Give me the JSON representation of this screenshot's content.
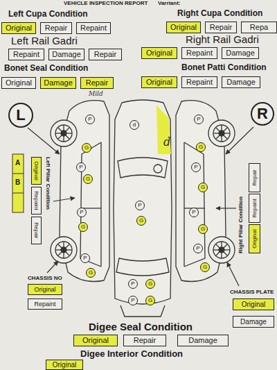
{
  "diagram": {
    "title": "VEHICLE INSPECTION REPORT",
    "nodes": [
      {
        "text": [
          "Original"
        ]
      },
      {
        "text": [
          "Repair"
        ]
      },
      {
        "text": [
          "Repaint"
        ]
      },
      {
        "text": [
          "Original"
        ]
      },
      {
        "text": [
          "Repair"
        ]
      },
      {
        "text": [
          "Repa"
        ]
      },
      {
        "text": [
          "Repaint"
        ]
      },
      {
        "text": [
          "Damage"
        ]
      },
      {
        "text": [
          "Repair"
        ]
      },
      {
        "text": [
          "Original"
        ]
      },
      {
        "text": [
          "Repaint"
        ]
      },
      {
        "text": [
          "Damage"
        ]
      },
      {
        "text": [
          "Original"
        ]
      },
      {
        "text": [
          "Damage"
        ]
      },
      {
        "text": [
          "Repair"
        ]
      },
      {
        "text": [
          "Original"
        ]
      },
      {
        "text": [
          "Repaint"
        ]
      },
      {
        "text": [
          "Damage"
        ]
      },
      {
        "text": [
          "L"
        ]
      },
      {
        "text": [
          "R"
        ]
      },
      {
        "text": [
          "d"
        ]
      },
      {
        "text": [
          "P"
        ]
      },
      {
        "text": [
          "P"
        ]
      },
      {
        "text": [
          "G"
        ]
      },
      {
        "text": [
          "G"
        ]
      },
      {
        "text": [
          "P"
        ]
      },
      {
        "text": [
          "P"
        ]
      },
      {
        "text": [
          "G"
        ]
      },
      {
        "text": [
          "G"
        ]
      },
      {
        "text": [
          "P"
        ]
      },
      {
        "text": [
          "P"
        ]
      },
      {
        "text": [
          "P"
        ]
      },
      {
        "text": [
          "G"
        ]
      },
      {
        "text": [
          "G"
        ]
      },
      {
        "text": [
          "G"
        ]
      },
      {
        "text": [
          "P"
        ]
      },
      {
        "text": [
          "P"
        ]
      },
      {
        "text": [
          "G"
        ]
      },
      {
        "text": [
          "G"
        ]
      },
      {
        "text": [
          "P"
        ]
      },
      {
        "text": [
          "G"
        ]
      },
      {
        "text": [
          "P"
        ]
      },
      {
        "text": [
          "G"
        ]
      },
      {
        "text": [
          "Original"
        ]
      },
      {
        "text": [
          "Repaint"
        ]
      },
      {
        "text": [
          "Repair"
        ]
      },
      {
        "text": [
          "Original"
        ]
      },
      {
        "text": [
          "Repaint"
        ]
      },
      {
        "text": [
          "Repair"
        ]
      },
      {
        "text": [
          "Original"
        ]
      },
      {
        "text": [
          "Repaint"
        ]
      },
      {
        "text": [
          "Original"
        ]
      },
      {
        "text": [
          "Damage"
        ]
      },
      {
        "text": [
          "Original"
        ]
      },
      {
        "text": [
          "Repair"
        ]
      },
      {
        "text": [
          "Damage"
        ]
      },
      {
        "text": [
          "Original"
        ]
      }
    ],
    "labels": [
      "Varriant:",
      "Left Cupa Condition",
      "Right Cupa Condition",
      "Left Rail Gadri",
      "Right Rail Gadri",
      "Bonet Seal Condition",
      "Bonet Patti Condition",
      "Mild",
      "d",
      "Left Pillar Condition",
      "Right Pillar Condition",
      "A",
      "B",
      "CHASSIS NO",
      "CHASSIS PLATE",
      "Digee Seal Condition",
      "Digee Interior Condition"
    ]
  }
}
